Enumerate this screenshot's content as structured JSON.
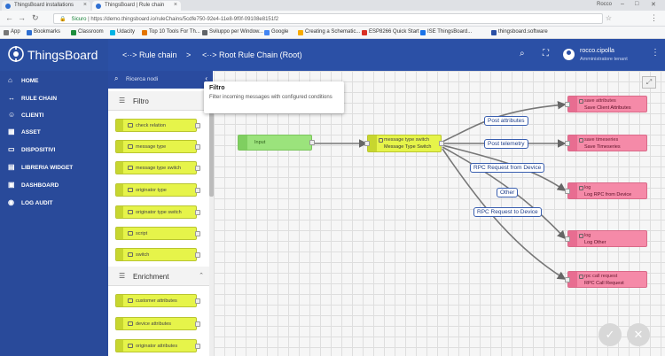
{
  "browser": {
    "tabs": [
      {
        "label": "ThingsBoard installations"
      },
      {
        "label": "ThingsBoard | Rule chain"
      }
    ],
    "user": "Rocco",
    "url": "https://demo.thingsboard.io/ruleChains/5cdfe750-92e4-11e8-9f0f-09108e8151f2",
    "secure_label": "Sicuro",
    "bookmarks": [
      "App",
      "Bookmarks",
      "Classroom",
      "Udacity",
      "Top 10 Tools For Th...",
      "Sviluppo per Window...",
      "Google",
      "Creating a Schematic...",
      "ESP8266 Quick Start",
      "ISE ThingsBoard...",
      "thingsboard.software"
    ]
  },
  "header": {
    "logo": "ThingsBoard",
    "crumb1": "Rule chain",
    "crumb_sep": ">",
    "crumb2": "Root Rule Chain (Root)",
    "user_name": "rocco.cipolla",
    "user_role": "Amministratore tenant"
  },
  "sidenav": {
    "items": [
      {
        "label": "HOME",
        "icon": "home-icon"
      },
      {
        "label": "RULE CHAIN",
        "icon": "chain-icon"
      },
      {
        "label": "CLIENTI",
        "icon": "people-icon"
      },
      {
        "label": "ASSET",
        "icon": "domain-icon"
      },
      {
        "label": "DISPOSITIVI",
        "icon": "devices-icon"
      },
      {
        "label": "LIBRERIA WIDGET",
        "icon": "widgets-icon"
      },
      {
        "label": "DASHBOARD",
        "icon": "dashboard-icon"
      },
      {
        "label": "LOG AUDIT",
        "icon": "track-icon"
      }
    ]
  },
  "library": {
    "search_placeholder": "Ricerca nodi",
    "filter_section": "Filtro",
    "filter_nodes": [
      "check relation",
      "message type",
      "message type switch",
      "originator type",
      "originator type switch",
      "script",
      "switch"
    ],
    "enrichment_section": "Enrichment",
    "enrichment_nodes": [
      "customer attributes",
      "device attributes",
      "originator attributes"
    ]
  },
  "tooltip": {
    "title": "Filtro",
    "text": "Filter incoming messages with configured conditions"
  },
  "canvas": {
    "input_node": "Input",
    "switch_type": "message type switch",
    "switch_name": "Message Type Switch",
    "sinks": [
      {
        "type": "save attributes",
        "name": "Save Client Attributes"
      },
      {
        "type": "save timeseries",
        "name": "Save Timeseries"
      },
      {
        "type": "log",
        "name": "Log RPC from Device"
      },
      {
        "type": "log",
        "name": "Log Other"
      },
      {
        "type": "rpc call request",
        "name": "RPC Call Request"
      }
    ],
    "edge_labels": [
      "Post attributes",
      "Post telemetry",
      "RPC Request from Device",
      "Other",
      "RPC Request to Device"
    ]
  },
  "actions": {
    "apply": "✓",
    "cancel": "✕"
  }
}
